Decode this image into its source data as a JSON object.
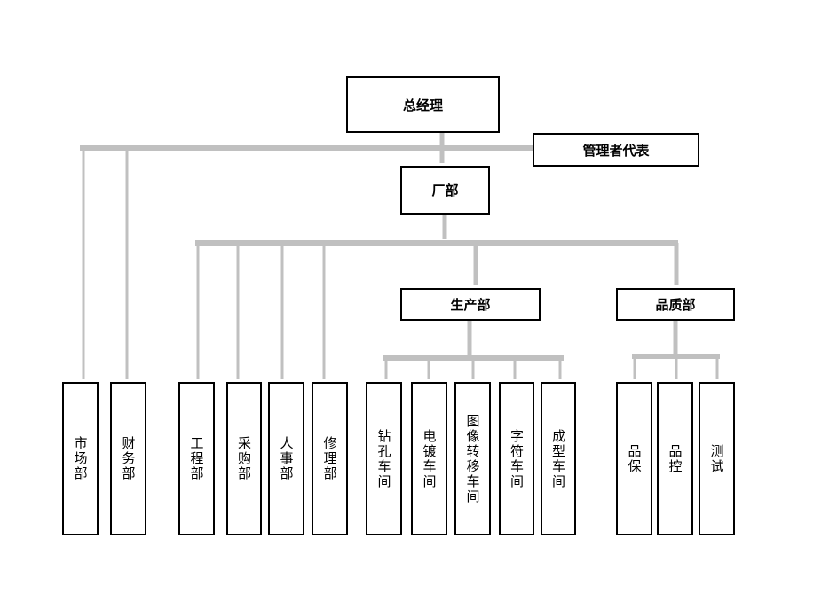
{
  "colors": {
    "connector": "#c0c0c0",
    "border": "#000000"
  },
  "top": {
    "general_manager": "总经理",
    "management_rep": "管理者代表",
    "factory": "厂部"
  },
  "departments": {
    "production": "生产部",
    "quality": "品质部",
    "marketing": "市场部",
    "finance": "财务部",
    "engineering": "工程部",
    "purchasing": "采购部",
    "hr": "人事部",
    "maintenance": "修理部"
  },
  "workshops": {
    "drilling": "钻孔车间",
    "plating": "电镀车间",
    "image_transfer": "图像转移车间",
    "legend": "字符车间",
    "forming": "成型车间"
  },
  "quality_units": {
    "qa": "品保",
    "qc": "品控",
    "testing": "测试"
  }
}
